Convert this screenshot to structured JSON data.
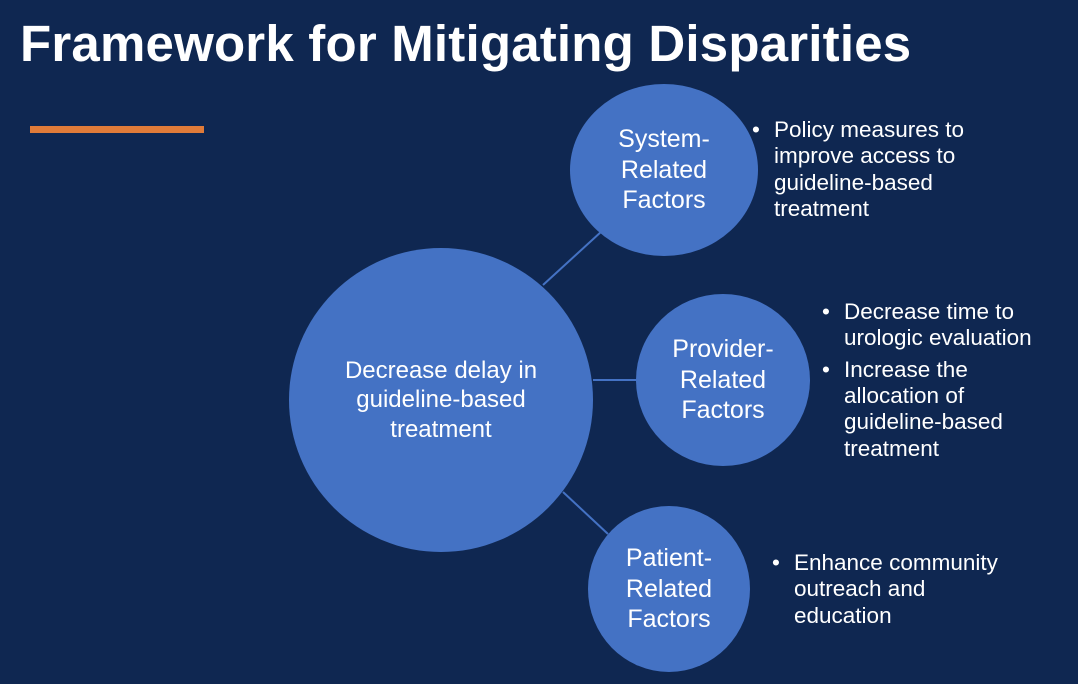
{
  "title": "Framework for Mitigating Disparities",
  "colors": {
    "background": "#0f2751",
    "circle_fill": "#4472c4",
    "accent_bar": "#e07b39",
    "connector": "#4472c4",
    "text": "#ffffff"
  },
  "center": {
    "lines": [
      "Decrease delay in",
      "guideline-based",
      "treatment"
    ]
  },
  "factors": [
    {
      "id": "system",
      "lines": [
        "System-",
        "Related",
        "Factors"
      ],
      "bullets": [
        [
          "Policy measures to",
          "improve access to",
          "guideline-based",
          "treatment"
        ]
      ]
    },
    {
      "id": "provider",
      "lines": [
        "Provider-",
        "Related",
        "Factors"
      ],
      "bullets": [
        [
          "Decrease time to",
          "urologic evaluation"
        ],
        [
          "Increase the",
          "allocation of",
          "guideline-based",
          "treatment"
        ]
      ]
    },
    {
      "id": "patient",
      "lines": [
        "Patient-",
        "Related",
        "Factors"
      ],
      "bullets": [
        [
          "Enhance community",
          "outreach and",
          "education"
        ]
      ]
    }
  ],
  "bullet_char": "•"
}
